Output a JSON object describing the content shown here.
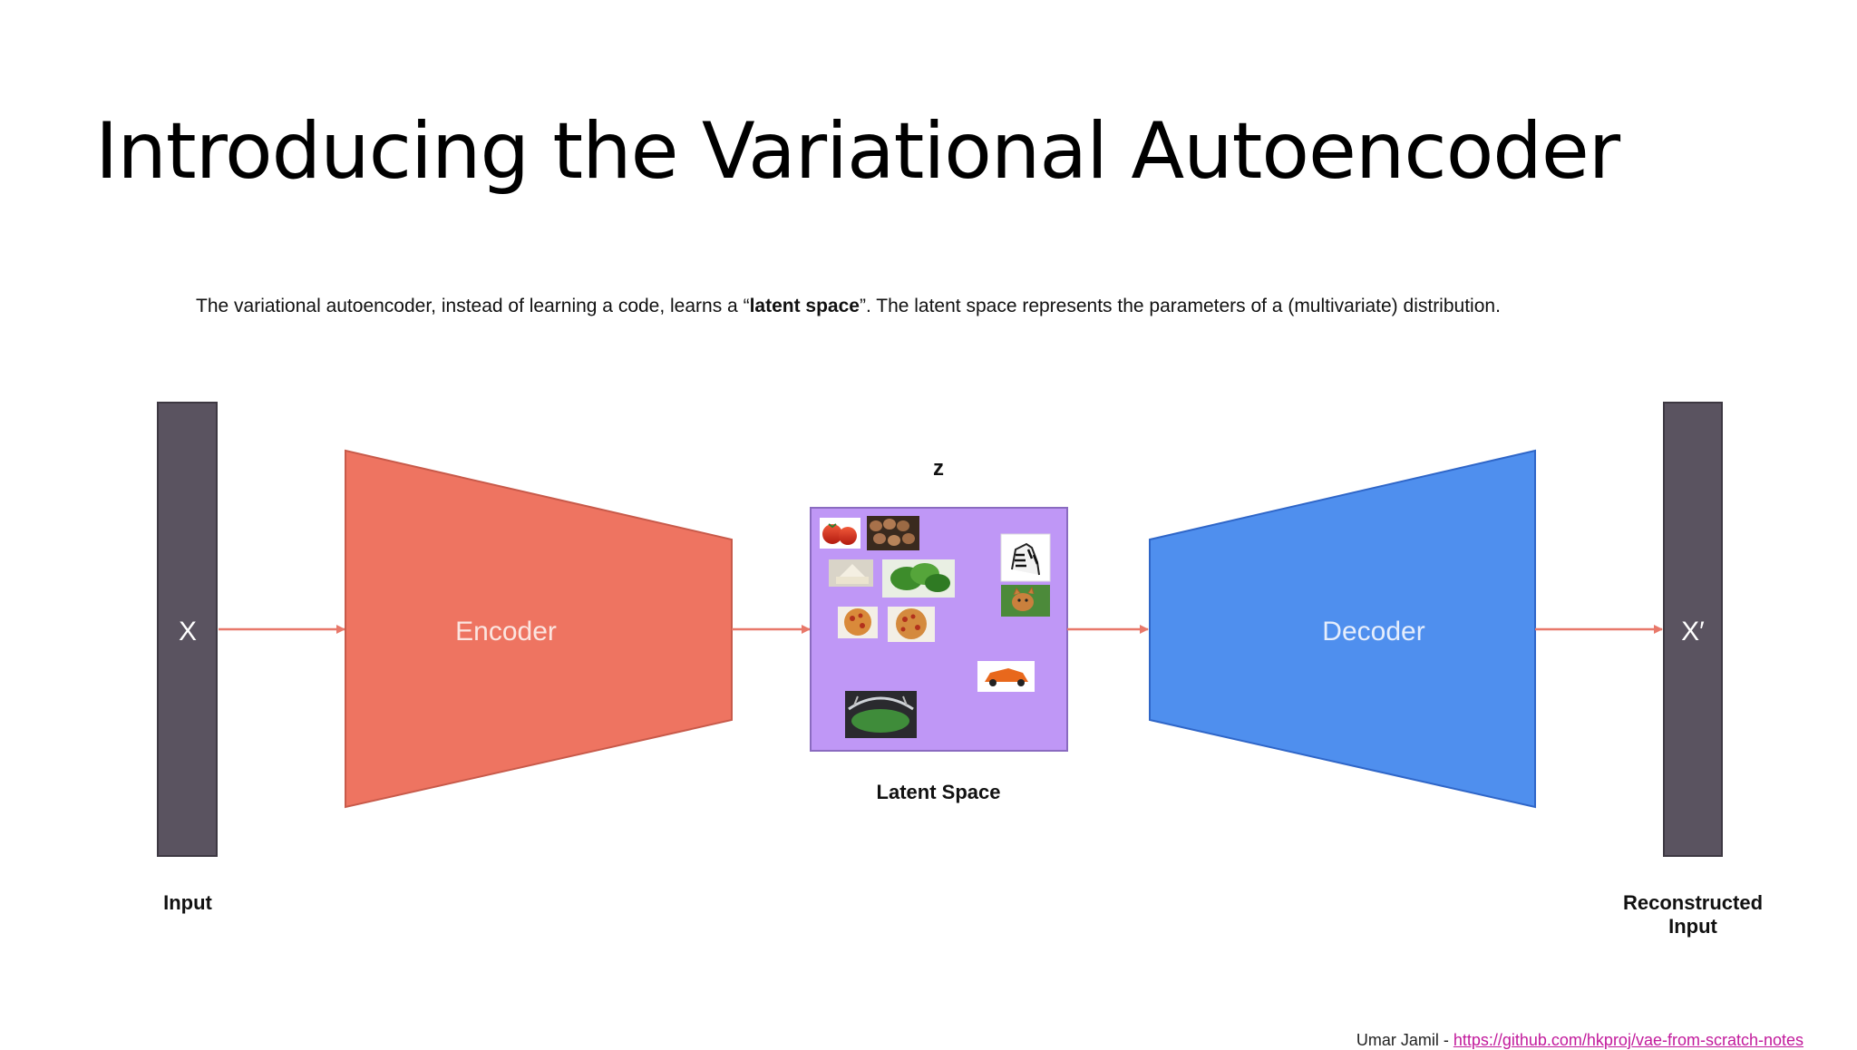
{
  "slide": {
    "title": "Introducing the Variational Autoencoder",
    "description": {
      "before": "The variational autoencoder, instead of learning a code, learns a “",
      "bold": "latent space",
      "after": "”. The latent space represents the parameters of a (multivariate) distribution."
    }
  },
  "diagram": {
    "input_symbol": "X",
    "input_label": "Input",
    "encoder_label": "Encoder",
    "latent_symbol": "z",
    "latent_label": "Latent Space",
    "decoder_label": "Decoder",
    "output_symbol": "X′",
    "output_label_line1": "Reconstructed",
    "output_label_line2": "Input",
    "latent_images": [
      "tomato",
      "eggs",
      "cheese",
      "lettuce",
      "zebra",
      "cat",
      "pizza",
      "pizza",
      "sports-car",
      "stadium"
    ],
    "colors": {
      "input_bar": "#5a5360",
      "encoder": "#ee7461",
      "latent_box": "#bf97f6",
      "decoder": "#4f8fee",
      "arrow": "#e8786a"
    }
  },
  "footer": {
    "author": "Umar Jamil - ",
    "link": "https://github.com/hkproj/vae-from-scratch-notes"
  }
}
